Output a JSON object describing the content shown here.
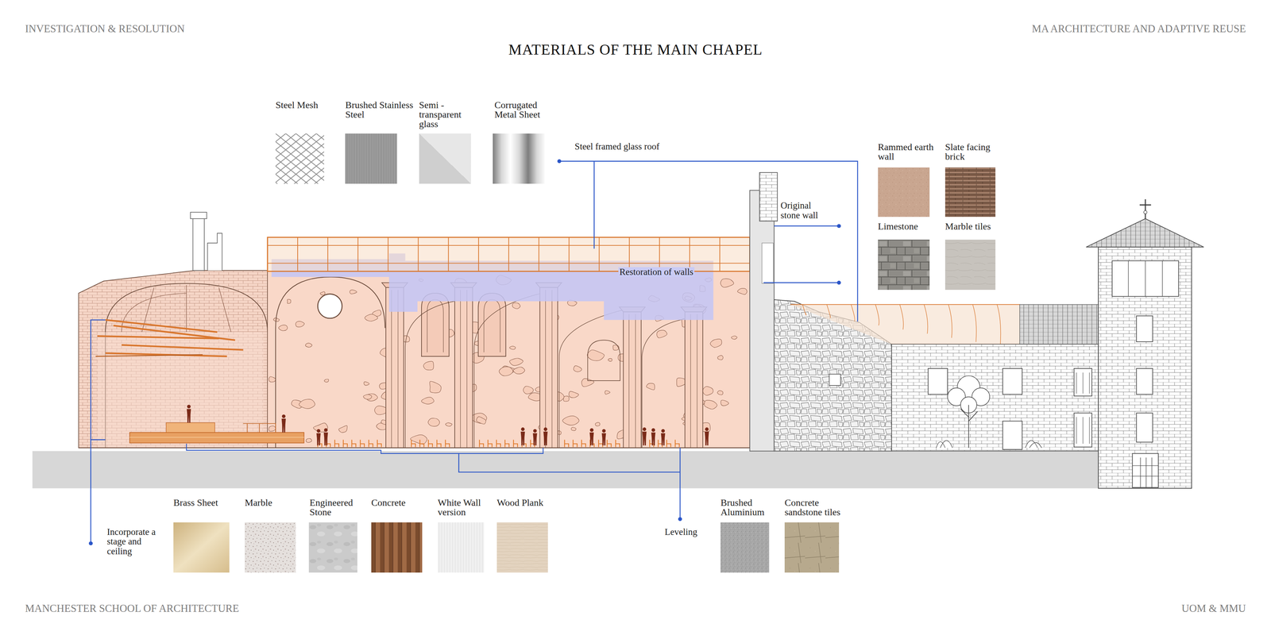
{
  "diagram": {
    "title": "MATERIALS OF THE MAIN CHAPEL",
    "nodes": [
      {
        "text": [
          "Steel Mesh"
        ]
      },
      {
        "text": [
          "Brushed Stainless Steel"
        ]
      },
      {
        "text": [
          "Semi -transparent glass"
        ]
      },
      {
        "text": [
          "Corrugated Metal Sheet"
        ]
      },
      {
        "text": [
          "Rammed earth wall"
        ]
      },
      {
        "text": [
          "Slate facing brick"
        ]
      },
      {
        "text": [
          "Limestone"
        ]
      },
      {
        "text": [
          "Marble tiles"
        ]
      },
      {
        "text": [
          "Brass Sheet"
        ]
      },
      {
        "text": [
          "Marble"
        ]
      },
      {
        "text": [
          "Engineered Stone"
        ]
      },
      {
        "text": [
          "Concrete"
        ]
      },
      {
        "text": [
          "White Wall version"
        ]
      },
      {
        "text": [
          "Wood Plank"
        ]
      },
      {
        "text": [
          "Brushed Aluminium"
        ]
      },
      {
        "text": [
          "Concrete sandstone tiles"
        ]
      }
    ],
    "labels": [
      "INVESTIGATION & RESOLUTION",
      "MA ARCHITECTURE AND ADAPTIVE REUSE",
      "Steel framed glass roof",
      "Original stone wall",
      "Restoration of walls",
      "Incorporate a stage and ceiling",
      "Leveling",
      "MANCHESTER SCHOOL OF ARCHITECTURE",
      "UOM & MMU"
    ]
  }
}
